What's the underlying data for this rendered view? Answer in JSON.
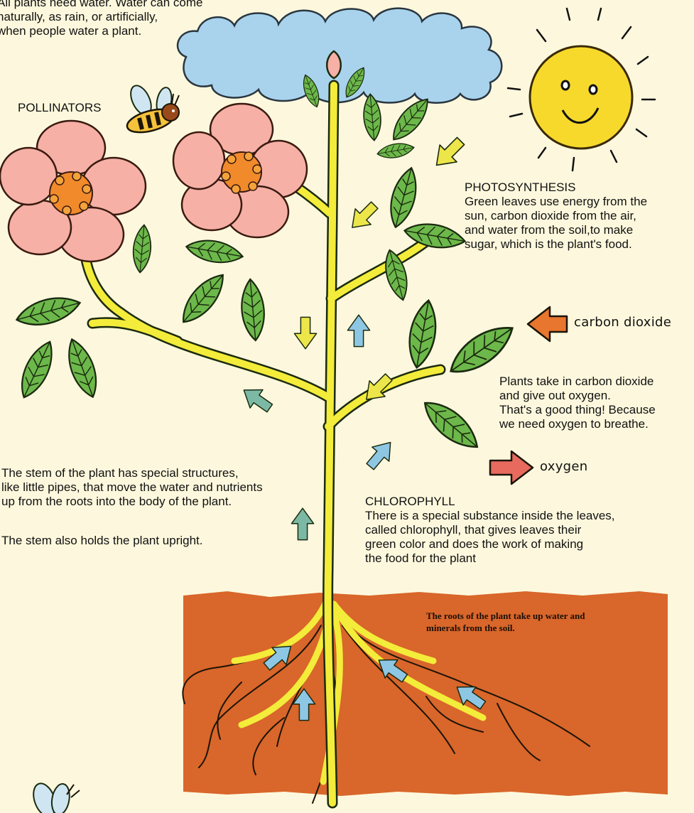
{
  "water_note": {
    "lines": [
      "All plants need water.  Water can come",
      "naturally, as rain, or artificially,",
      "when people water a plant."
    ]
  },
  "pollinators": {
    "label": "POLLINATORS"
  },
  "photosynthesis": {
    "heading": "PHOTOSYNTHESIS",
    "lines": [
      "Green leaves use energy from the",
      "sun, carbon dioxide from the air,",
      "and water from the soil,to make",
      "sugar, which is the plant's food."
    ]
  },
  "carbon_dioxide": {
    "label": "carbon dioxide",
    "arrow_color": "#e8762e"
  },
  "gas_exchange": {
    "lines": [
      "Plants take in carbon dioxide",
      "and give out oxygen.",
      "That's a good thing!   Because",
      "we need oxygen to breathe."
    ]
  },
  "oxygen": {
    "label": "oxygen",
    "arrow_color": "#e86a5e"
  },
  "stem_note": {
    "lines": [
      "The stem of the plant has special structures,",
      "like little pipes, that move the water and nutrients",
      "up from the roots into the body of the plant."
    ],
    "line2": "The stem also holds the plant upright."
  },
  "chlorophyll": {
    "heading": "CHLOROPHYLL",
    "lines": [
      "There is a special substance inside the leaves,",
      "called chlorophyll, that gives leaves their",
      "green color and does the work of making",
      "the food for the plant"
    ]
  },
  "roots_note": {
    "lines": [
      "The roots of the plant take up water and",
      "minerals from the soil."
    ]
  },
  "colors": {
    "background": "#fdf8dd",
    "soil": "#d9662a",
    "stem": "#f3ec3a",
    "leaf": "#6cb84a",
    "petal": "#f6b0a6",
    "sun": "#f7d92c",
    "cloud": "#a9d3ec",
    "arrow_yellow": "#ede64a",
    "arrow_blue": "#8ec7e4",
    "arrow_teal": "#7bb9a5"
  }
}
